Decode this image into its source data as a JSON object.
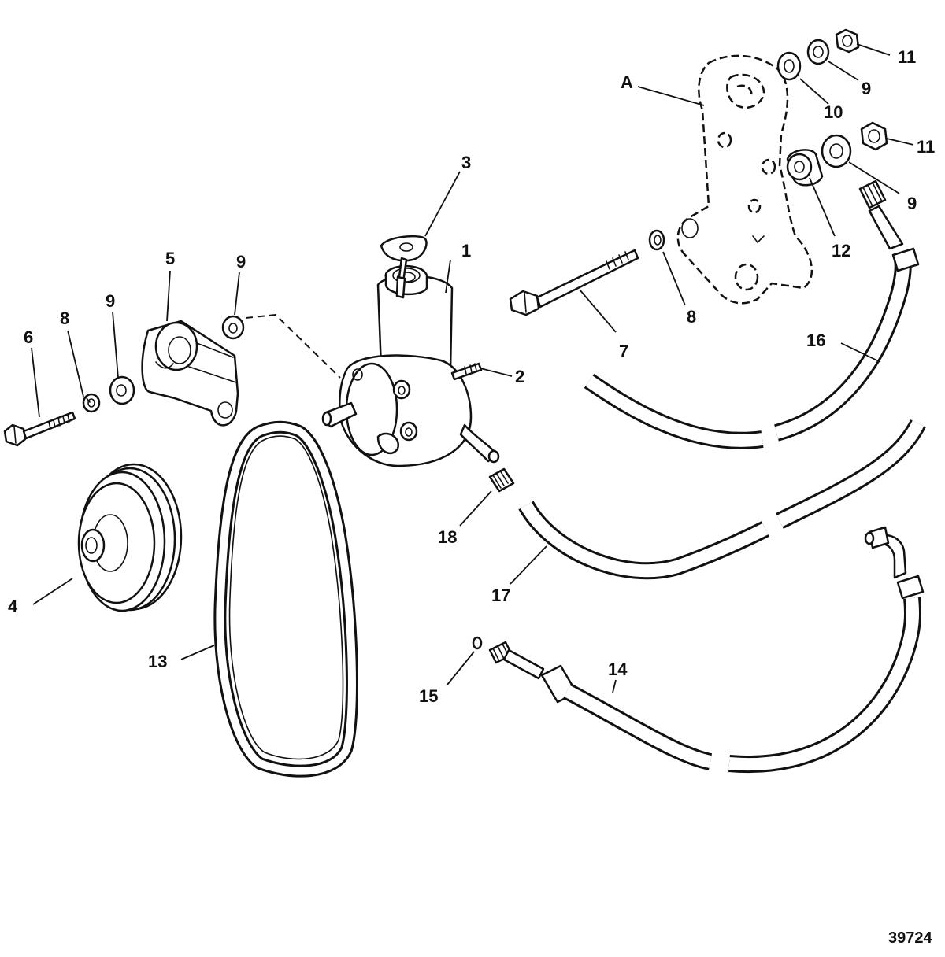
{
  "diagram": {
    "figure_number": "39724",
    "callouts": [
      {
        "id": "1",
        "text": "1"
      },
      {
        "id": "2",
        "text": "2"
      },
      {
        "id": "3",
        "text": "3"
      },
      {
        "id": "4",
        "text": "4"
      },
      {
        "id": "5",
        "text": "5"
      },
      {
        "id": "6",
        "text": "6"
      },
      {
        "id": "7",
        "text": "7"
      },
      {
        "id": "8a",
        "text": "8"
      },
      {
        "id": "8b",
        "text": "8"
      },
      {
        "id": "9a",
        "text": "9"
      },
      {
        "id": "9b",
        "text": "9"
      },
      {
        "id": "9c",
        "text": "9"
      },
      {
        "id": "9d",
        "text": "9"
      },
      {
        "id": "10",
        "text": "10"
      },
      {
        "id": "11a",
        "text": "11"
      },
      {
        "id": "11b",
        "text": "11"
      },
      {
        "id": "12",
        "text": "12"
      },
      {
        "id": "13",
        "text": "13"
      },
      {
        "id": "14",
        "text": "14"
      },
      {
        "id": "15",
        "text": "15"
      },
      {
        "id": "16",
        "text": "16"
      },
      {
        "id": "17",
        "text": "17"
      },
      {
        "id": "18",
        "text": "18"
      },
      {
        "id": "A",
        "text": "A"
      }
    ]
  }
}
